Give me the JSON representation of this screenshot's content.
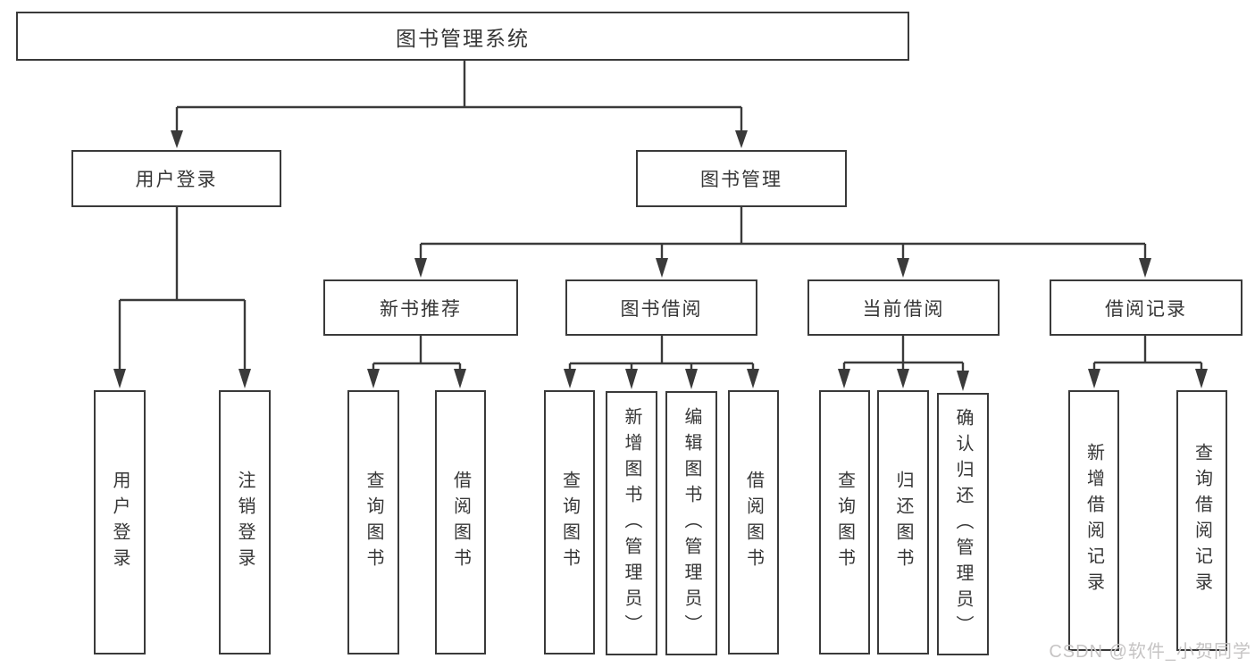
{
  "tree": {
    "label": "图书管理系统",
    "children": [
      {
        "label": "用户登录",
        "children": [
          {
            "label": "用户登录"
          },
          {
            "label": "注销登录"
          }
        ]
      },
      {
        "label": "图书管理",
        "children": [
          {
            "label": "新书推荐",
            "children": [
              {
                "label": "查询图书"
              },
              {
                "label": "借阅图书"
              }
            ]
          },
          {
            "label": "图书借阅",
            "children": [
              {
                "label": "查询图书"
              },
              {
                "label": "新增图书（管理员）"
              },
              {
                "label": "编辑图书（管理员）"
              },
              {
                "label": "借阅图书"
              }
            ]
          },
          {
            "label": "当前借阅",
            "children": [
              {
                "label": "查询图书"
              },
              {
                "label": "归还图书"
              },
              {
                "label": "确认归还（管理员）"
              }
            ]
          },
          {
            "label": "借阅记录",
            "children": [
              {
                "label": "新增借阅记录"
              },
              {
                "label": "查询借阅记录"
              }
            ]
          }
        ]
      }
    ]
  },
  "watermark": {
    "text": "CSDN @软件_小贺同学"
  },
  "colors": {
    "line": "#3a3a3a",
    "text": "#363636",
    "background": "#ffffff",
    "watermark": "#c6c4c4"
  }
}
